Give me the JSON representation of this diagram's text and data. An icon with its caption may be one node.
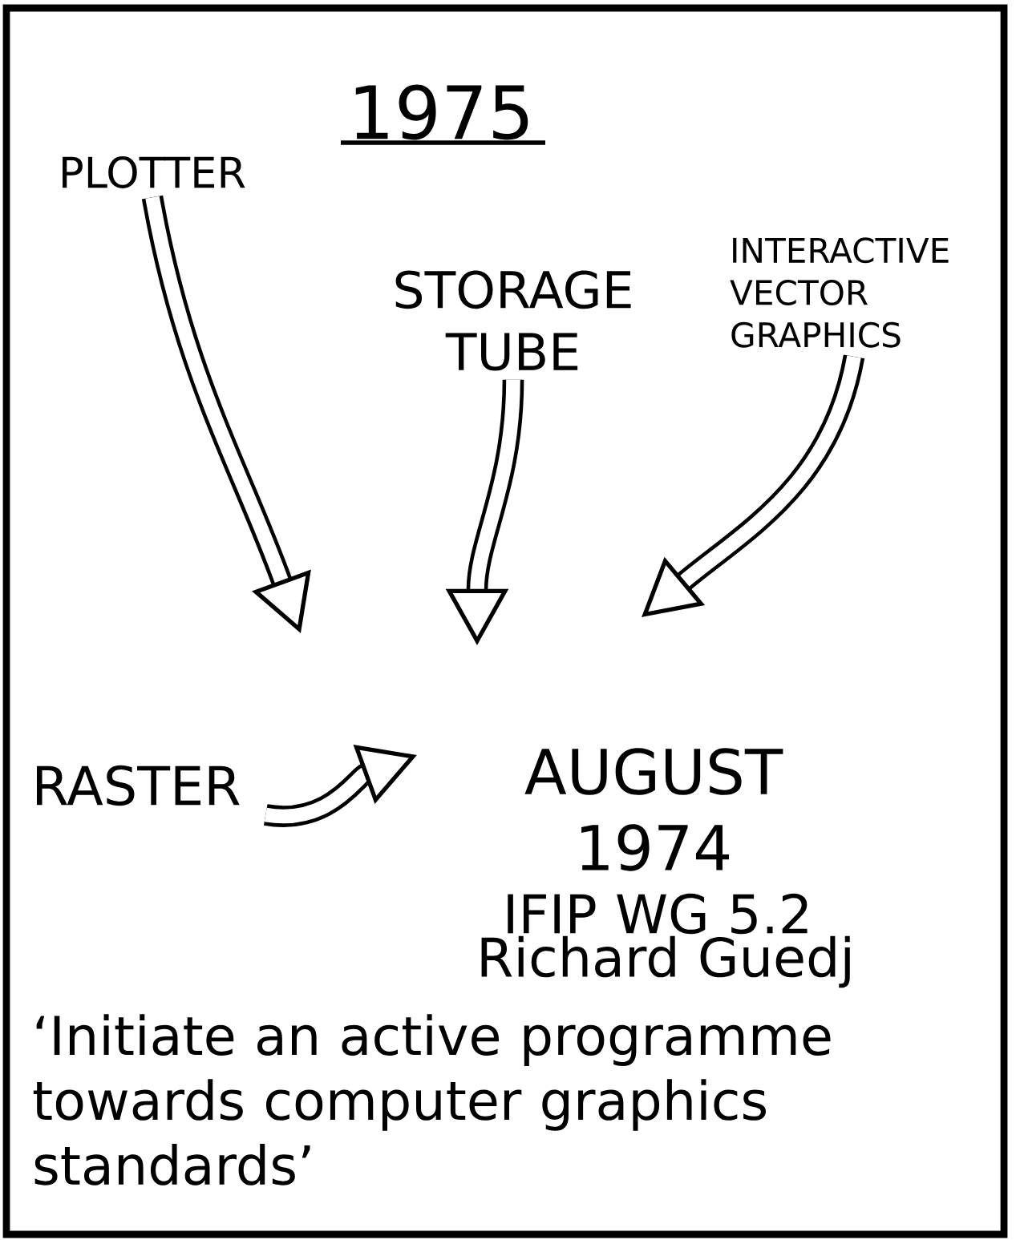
{
  "diagram": {
    "title": "1975",
    "nodes": [
      {
        "text": [
          "PLOTTER"
        ]
      },
      {
        "text": [
          "STORAGE TUBE"
        ]
      },
      {
        "text": [
          "INTERACTIVE VECTOR GRAPHICS"
        ]
      },
      {
        "text": [
          "RASTER"
        ]
      }
    ],
    "edges": [
      {
        "from": 0,
        "to": null,
        "arrow": "to"
      },
      {
        "from": 1,
        "to": null,
        "arrow": "to"
      },
      {
        "from": 2,
        "to": null,
        "arrow": "to"
      },
      {
        "from": 3,
        "to": null,
        "arrow": "to"
      }
    ],
    "labels": [
      "AUGUST 1974",
      "IFIP WG 5.2",
      "Richard Guedj",
      "‘Initiate an active programme towards computer graphics standards’"
    ]
  }
}
